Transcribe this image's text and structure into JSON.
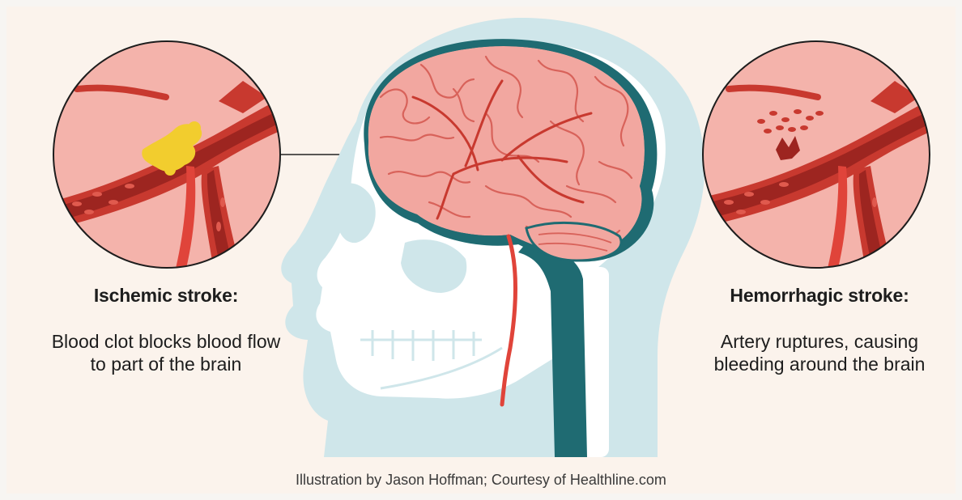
{
  "ischemic": {
    "title": "Ischemic stroke:",
    "description": "Blood clot blocks blood flow to part of the brain"
  },
  "hemorrhagic": {
    "title": "Hemorrhagic stroke:",
    "description": "Artery ruptures, causing bleeding around the brain"
  },
  "credit": "Illustration by Jason Hoffman; Courtesy of Healthline.com",
  "colors": {
    "background": "#fbf3ec",
    "head_silhouette": "#cfe6ea",
    "skull": "#ffffff",
    "spinal_cord": "#1f6b72",
    "brain": "#f2a7a0",
    "artery": "#e0443a",
    "clot": "#f2cd2e"
  }
}
